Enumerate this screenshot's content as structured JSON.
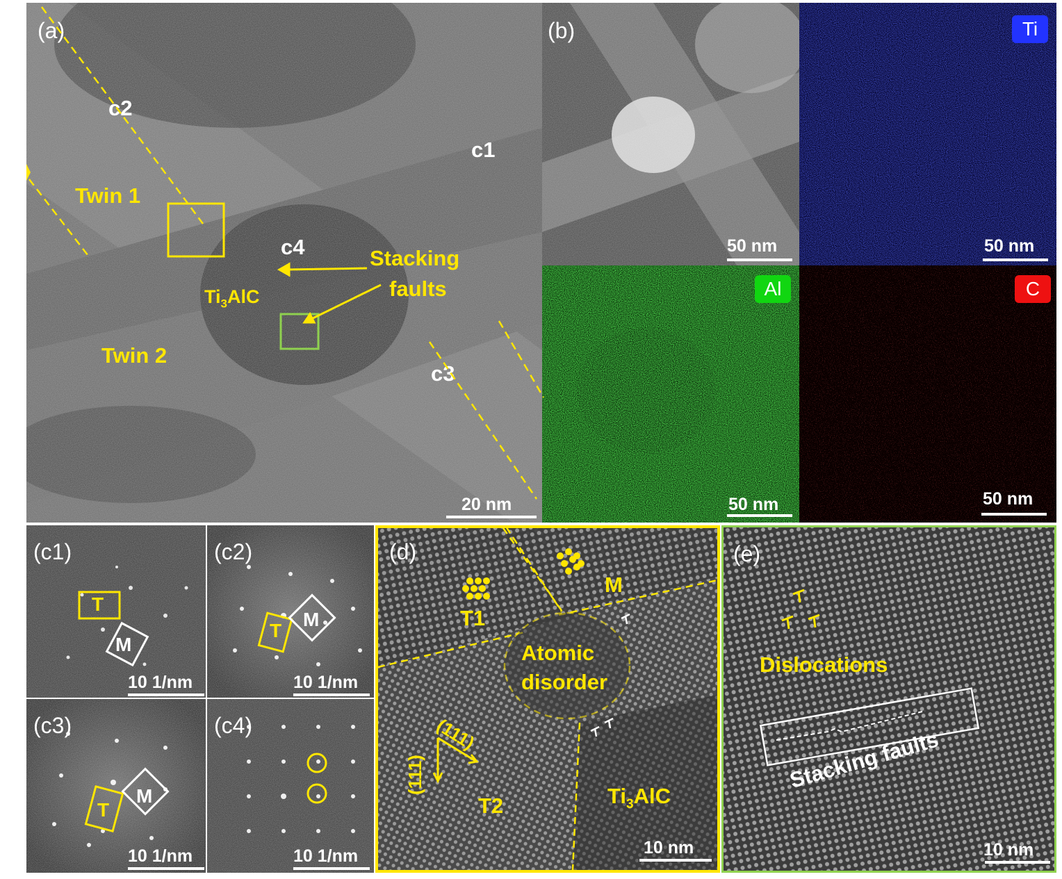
{
  "panels": {
    "a": {
      "label": "(a)",
      "twin1": "Twin 1",
      "twin2": "Twin 2",
      "c1": "c1",
      "c2": "c2",
      "c3": "c3",
      "c4": "c4",
      "ti3alc_main": "Ti",
      "ti3alc_sub": "3",
      "ti3alc_tail": "AlC",
      "stacking": "Stacking",
      "faults": "faults",
      "scale": "20 nm"
    },
    "b": {
      "label": "(b)",
      "scale": "50 nm"
    },
    "ti": {
      "element": "Ti",
      "color": "#2233ff",
      "scale": "50 nm"
    },
    "al": {
      "element": "Al",
      "color": "#11d611",
      "scale": "50 nm"
    },
    "c": {
      "element": "C",
      "color": "#ee1111",
      "scale": "50 nm"
    },
    "c1": {
      "label": "(c1)",
      "t": "T",
      "m": "M",
      "scale": "10 1/nm"
    },
    "c2": {
      "label": "(c2)",
      "t": "T",
      "m": "M",
      "scale": "10 1/nm"
    },
    "c3": {
      "label": "(c3)",
      "t": "T",
      "m": "M",
      "scale": "10 1/nm"
    },
    "c4": {
      "label": "(c4)",
      "scale": "10 1/nm"
    },
    "d": {
      "label": "(d)",
      "t1": "T1",
      "m": "M",
      "atomic": "Atomic",
      "disorder": "disorder",
      "t2": "T2",
      "miller1": "(111)",
      "miller2": "(111)",
      "ti3alc_main": "Ti",
      "ti3alc_sub": "3",
      "ti3alc_tail": "AlC",
      "scale": "10 nm"
    },
    "e": {
      "label": "(e)",
      "dislocations": "Dislocations",
      "stacking_faults": "Stacking faults",
      "scale": "10 nm"
    }
  },
  "colors": {
    "annotation_yellow": "#ffe600",
    "frame_d": "#ffe600",
    "frame_e": "#8fd14f"
  }
}
